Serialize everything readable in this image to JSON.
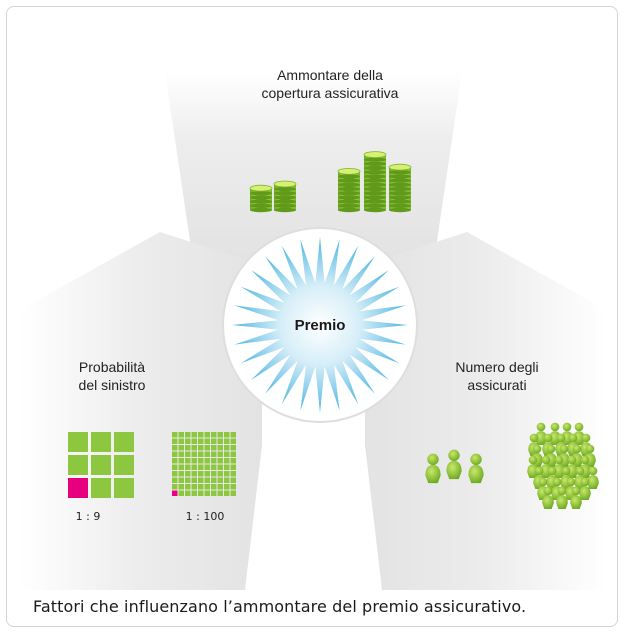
{
  "center": {
    "label": "Premio"
  },
  "factors": {
    "coverage": {
      "line1": "Ammontare della",
      "line2": "copertura assicurativa"
    },
    "probability": {
      "line1": "Probabilità",
      "line2": "del sinistro",
      "ratio_small": "1 : 9",
      "ratio_large": "1 : 100"
    },
    "insured": {
      "line1": "Numero degli",
      "line2": "assicurati"
    }
  },
  "caption": "Fattori che influenzano l’ammontare del premio assicurativo.",
  "colors": {
    "green": "#8dc63f",
    "magenta": "#e6007e",
    "sunburst": "#6ec6e8",
    "panel": "#e9e9e9"
  }
}
